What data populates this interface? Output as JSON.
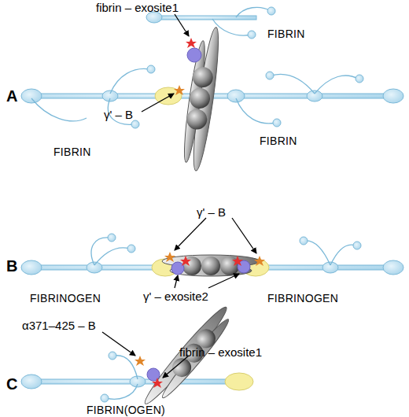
{
  "diagram": {
    "labels": [
      "A",
      "fibrin – exosite1",
      "FIBRIN",
      "FIBRIN",
      "γ' – B",
      "FIBRIN",
      "B",
      "γ' – B",
      "γ' – exosite2",
      "FIBRINOGEN",
      "FIBRINOGEN",
      "C",
      "α371–425 – B",
      "fibrin – exosite1",
      "FIBRIN(OGEN)"
    ]
  }
}
